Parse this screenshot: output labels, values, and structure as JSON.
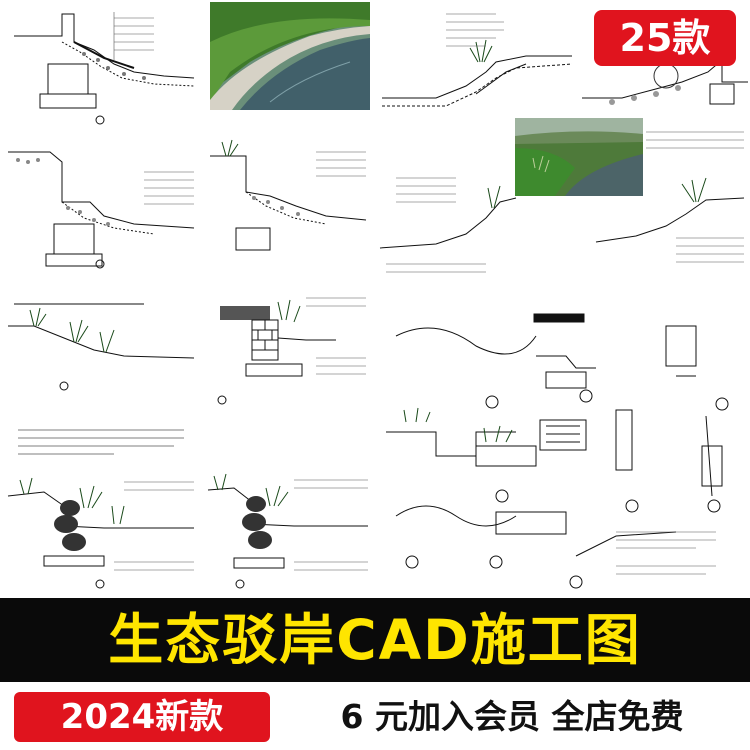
{
  "badge": {
    "label": "25款"
  },
  "title": {
    "text": "生态驳岸CAD施工图"
  },
  "footer": {
    "year_label": "2024新款",
    "promo_text": "6 元加入会员 全店免费"
  },
  "colors": {
    "accent_red": "#e0141e",
    "title_yellow": "#ffe500",
    "title_bg": "#0a0a0a"
  }
}
